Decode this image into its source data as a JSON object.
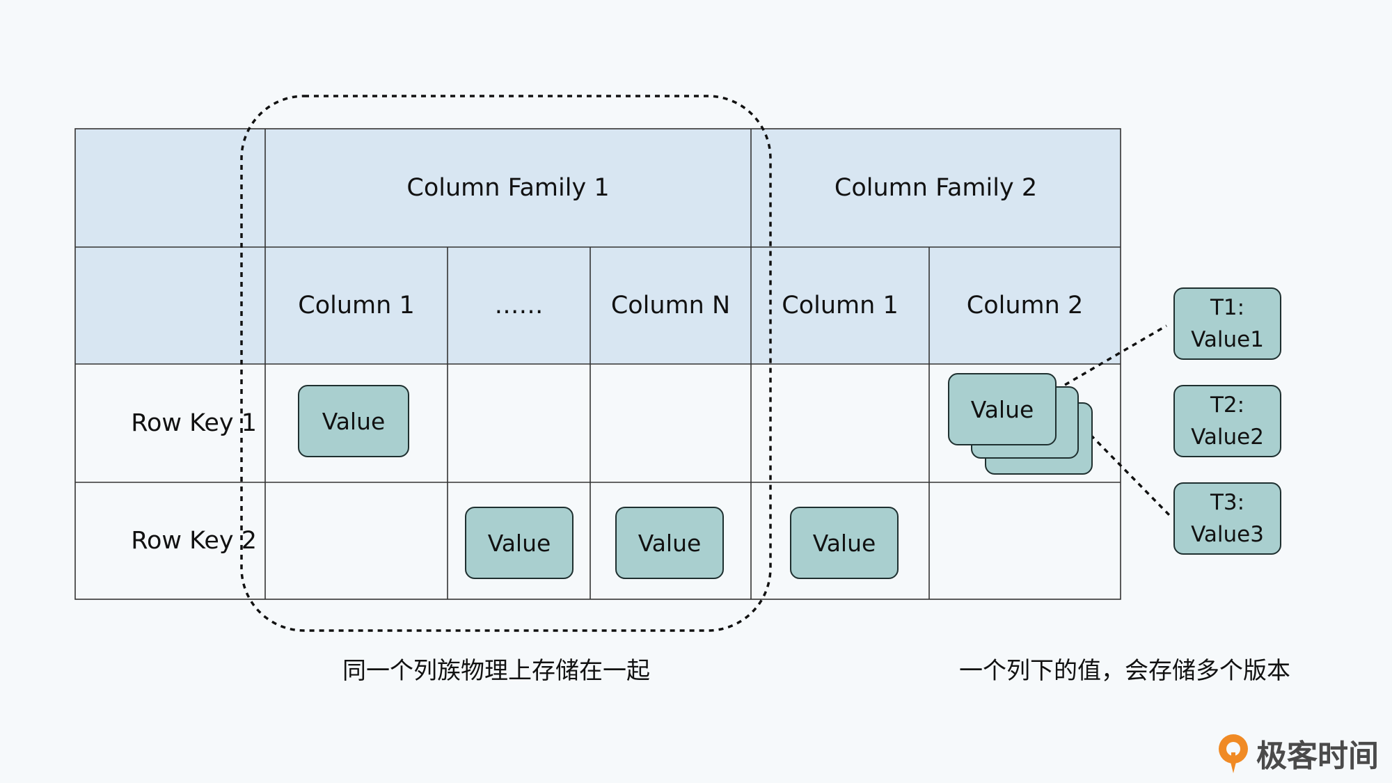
{
  "header": {
    "family_1": "Column Family 1",
    "family_2": "Column Family 2"
  },
  "columns": {
    "cf1_col1": "Column 1",
    "cf1_ellipsis": "……",
    "cf1_colN": "Column N",
    "cf2_col1": "Column 1",
    "cf2_col2": "Column 2"
  },
  "rows": {
    "row_key_1": "Row Key 1",
    "row_key_2": "Row Key 2"
  },
  "cell_value": "Value",
  "versions": [
    {
      "time": "T1:",
      "value": "Value1"
    },
    {
      "time": "T2:",
      "value": "Value2"
    },
    {
      "time": "T3:",
      "value": "Value3"
    }
  ],
  "captions": {
    "family_note": "同一个列族物理上存储在一起",
    "version_note": "一个列下的值，会存储多个版本"
  },
  "brand": {
    "name": "极客时间",
    "icon": "geektime-logo-icon"
  },
  "colors": {
    "header_fill": "#d8e6f2",
    "value_fill": "#a9cfcf",
    "border": "#333333",
    "logo_orange": "#f08a24"
  }
}
